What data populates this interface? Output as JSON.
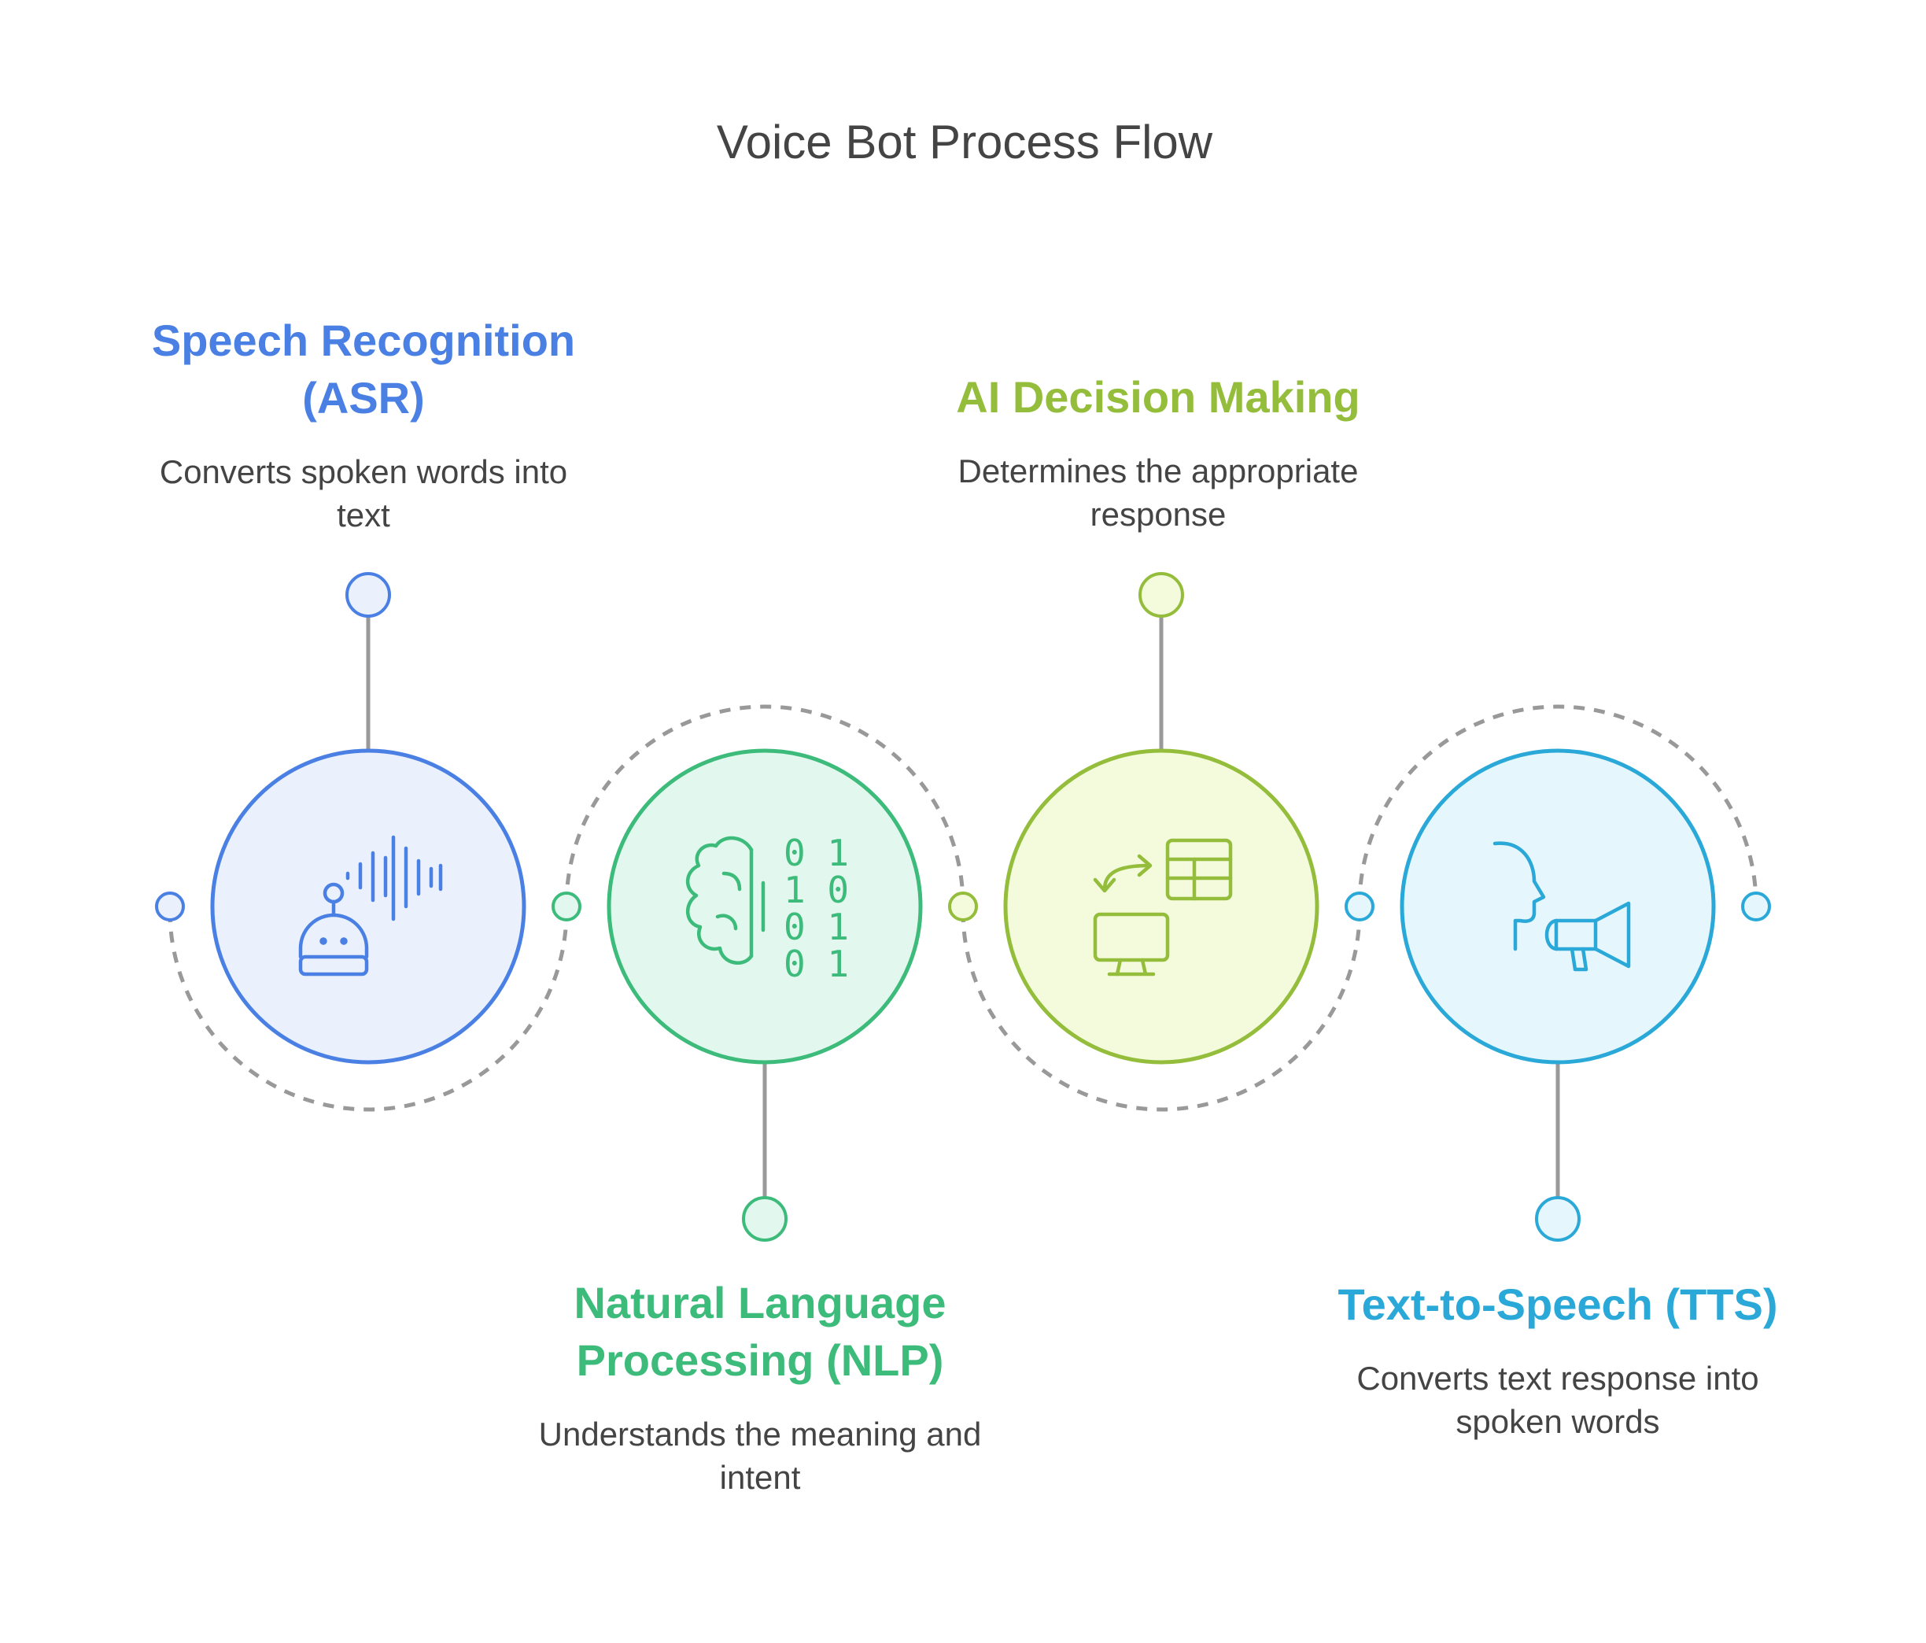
{
  "title": "Voice Bot Process Flow",
  "stages": [
    {
      "title_lines": [
        "Speech Recognition",
        "(ASR)"
      ],
      "desc_lines": [
        "Converts spoken words into",
        "text"
      ],
      "icon": "robot-sound-wave-icon",
      "color": "#4a80e3",
      "fill": "#eaf1fd"
    },
    {
      "title_lines": [
        "Natural Language",
        "Processing (NLP)"
      ],
      "desc_lines": [
        "Understands the meaning and",
        "intent"
      ],
      "icon": "brain-binary-icon",
      "color": "#3dbb7b",
      "fill": "#e2f8ee"
    },
    {
      "title_lines": [
        "AI Decision Making"
      ],
      "desc_lines": [
        "Determines the appropriate",
        "response"
      ],
      "icon": "monitor-table-exchange-icon",
      "color": "#95bd3c",
      "fill": "#f3fbdc"
    },
    {
      "title_lines": [
        "Text-to-Speech (TTS)"
      ],
      "desc_lines": [
        "Converts text response into",
        "spoken words"
      ],
      "icon": "head-megaphone-icon",
      "color": "#2aa8d8",
      "fill": "#e5f6fc"
    }
  ],
  "icon_text": {
    "binary": [
      "0 1",
      "1 0",
      "0 1",
      "0 1"
    ]
  },
  "colors": {
    "connector": "#999999",
    "title": "#444444",
    "description": "#444444"
  }
}
